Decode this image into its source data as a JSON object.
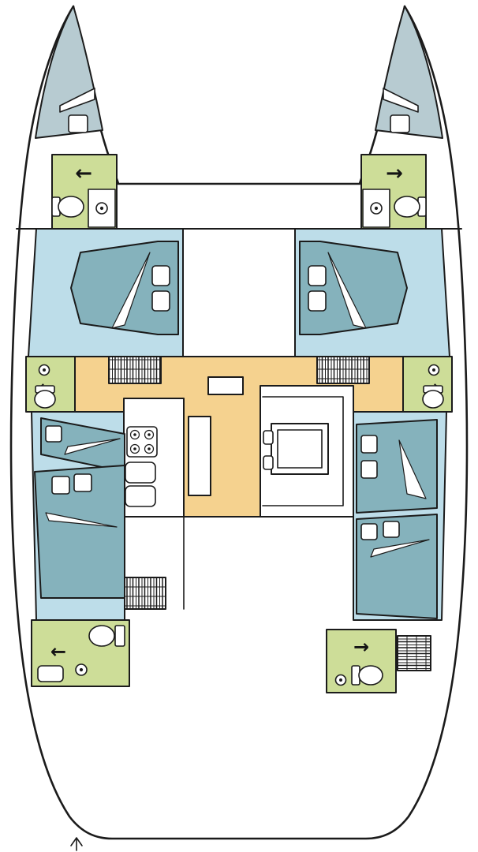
{
  "diagram": {
    "kind": "catamaran-deck-plan",
    "cabins": 4,
    "bathrooms": 6
  },
  "colors": {
    "outline": "#1b1b1b",
    "bow_deck": "#b7cbd1",
    "cabin_floor": "#bddde9",
    "bed": "#85b2bc",
    "bathroom": "#cddd98",
    "salon_floor": "#f5d28f",
    "furniture_white": "#ffffff"
  },
  "glyphs": {
    "arrow_left": "←",
    "arrow_right": "→"
  },
  "icons": {
    "porthole": "circle-with-dot",
    "toilet": "bowl-with-tank",
    "stairs": "hatched-steps",
    "stove": "four-burner-rings"
  }
}
